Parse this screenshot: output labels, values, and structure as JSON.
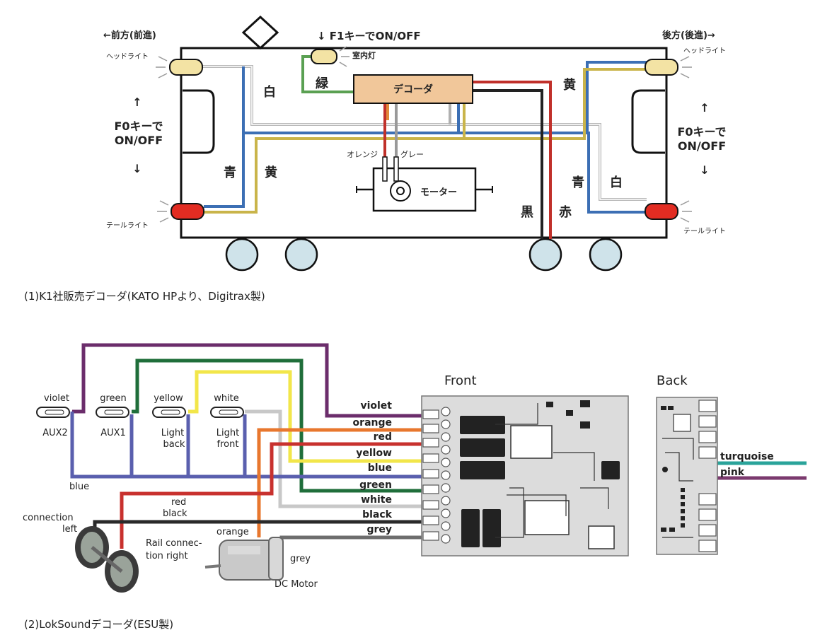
{
  "diagram1": {
    "front_label": "←前方(前進)",
    "rear_label": "後方(後進)→",
    "f1_label": "↓ F1キーでON/OFF",
    "room_light": "室内灯",
    "headlight": "ヘッドライト",
    "taillight": "テールライト",
    "f0_label_line1": "F0キーで",
    "f0_label_line2": "ON/OFF",
    "arrow_up": "↑",
    "arrow_down": "↓",
    "decoder": "デコーダ",
    "motor": "モーター",
    "orange": "オレンジ",
    "grey": "グレー",
    "wire_white": "白",
    "wire_green": "緑",
    "wire_yellow": "黄",
    "wire_blue": "青",
    "wire_black": "黒",
    "wire_red": "赤",
    "caption": "(1)K1社販売デコーダ(KATO HPより、Digitrax製)"
  },
  "diagram2": {
    "lamps": [
      {
        "top": "violet",
        "bottom1": "AUX2",
        "bottom2": ""
      },
      {
        "top": "green",
        "bottom1": "AUX1",
        "bottom2": ""
      },
      {
        "top": "yellow",
        "bottom1": "Light",
        "bottom2": "back"
      },
      {
        "top": "white",
        "bottom1": "Light",
        "bottom2": "front"
      }
    ],
    "blue_label": "blue",
    "red_label": "red",
    "black_label": "black",
    "orange_label": "orange",
    "grey_label": "grey",
    "connection_left_1": "connection",
    "connection_left_2": "left",
    "rail_right_1": "Rail connec-",
    "rail_right_2": "tion right",
    "dc_motor": "DC Motor",
    "front_title": "Front",
    "back_title": "Back",
    "pins": [
      "violet",
      "orange",
      "red",
      "yellow",
      "blue",
      "green",
      "white",
      "black",
      "grey"
    ],
    "back_pins": [
      "turquoise",
      "pink"
    ],
    "caption": "(2)LokSoundデコーダ(ESU製)"
  },
  "colors": {
    "violet": "#6b2d6b",
    "green": "#1f6e3a",
    "yellow": "#f2e64a",
    "white_wire": "#c8c8c8",
    "blue": "#5a5fae",
    "red": "#c8312e",
    "orange": "#e8772e",
    "black": "#2a2a2a",
    "grey": "#6d6d6d",
    "turquoise": "#2aa39a",
    "pink": "#7b3a6e"
  }
}
